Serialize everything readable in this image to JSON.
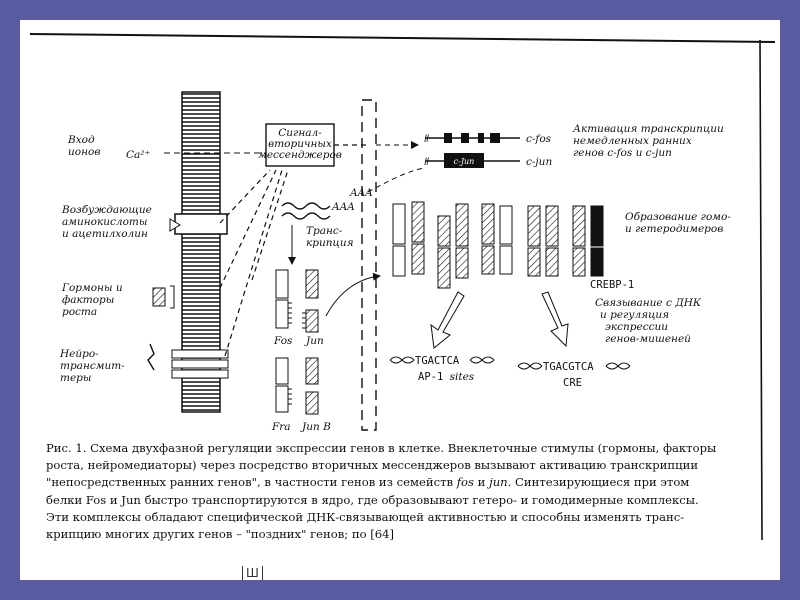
{
  "colors": {
    "slide_bg": "#5a5aa0",
    "paper_bg": "#ffffff",
    "ink": "#111111"
  },
  "labels": {
    "ion_input": [
      "Вход",
      "ионов"
    ],
    "ca": "Ca²⁺",
    "excitatory": [
      "Возбуждающие",
      "аминокислоты",
      "и ацетилхолин"
    ],
    "hormones": [
      "Гормоны и",
      "факторы",
      "роста"
    ],
    "neurotransmitters": [
      "Нейро-",
      "трансмит-",
      "теры"
    ],
    "second_messengers": [
      "Сигнал-",
      "вторичных",
      "мессенджеров"
    ],
    "transcription": [
      "Транс-",
      "крипция"
    ],
    "aaa1": "AAA",
    "aaa2": "AAA",
    "c_fos": "c-fos",
    "c_jun": "c-jun",
    "c_jun_box": "c-Jun",
    "activation": [
      "Активация транскрипции",
      "немедленных ранних",
      "генов c-fos и c-jun"
    ],
    "dimers": [
      "Образование гомо-",
      "и гетеродимеров"
    ],
    "crebp": "CREBP-1",
    "dna_binding": [
      "Связывание с ДНК",
      "и регуляция",
      "экспрессии",
      "генов-мишеней"
    ],
    "fos": "Fos",
    "jun": "Jun",
    "fra": "Fra",
    "jun_b": "Jun B",
    "ap1_seq": "TGACTCA",
    "ap1_sites": "AP-1 sites",
    "cre_seq": "TGACGTCA",
    "cre": "CRE"
  },
  "caption": {
    "l1": "Рис. 1. Схема двухфазной регуляции экспрессии генов в клетке. Внеклеточные стимулы (гормоны, факторы",
    "l2": "роста, нейромедиаторы) через посредство вторичных мессенджеров вызывают активацию транскрипции",
    "l3a": "\"непосредственных ранних генов\", в частности генов из семейств ",
    "l3b": "fos",
    "l3c": " и ",
    "l3d": "jun",
    "l3e": ". Синтезирующиеся при этом",
    "l4": "белки Fos и Jun быстро транспортируются в ядро, где образовывают гетеро- и гомодимерные комплексы.",
    "l5": "Эти комплексы обладают специфической ДНК-связывающей активностью и способны изменять транс-",
    "l6": "крипцию многих других генов – \"поздних\" генов; по [64]"
  },
  "page_number": "Ш"
}
